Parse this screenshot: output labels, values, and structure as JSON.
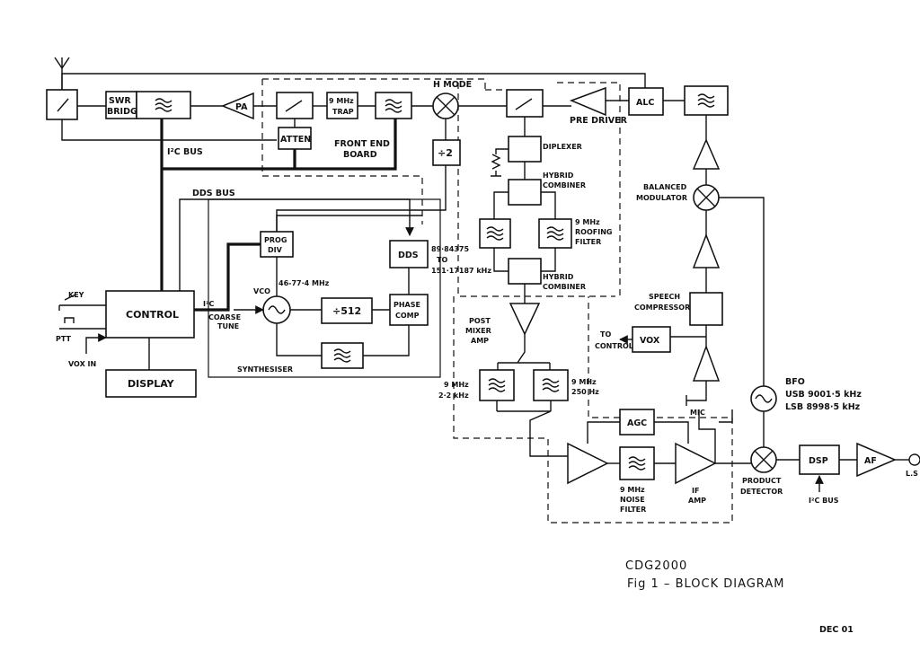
{
  "diagram": {
    "blocks": {
      "swr_bridge": "SWR BRIDGE",
      "pa": "PA",
      "trap": "9 MHz TRAP",
      "atten": "ATTEN",
      "front_end": "FRONT END BOARD",
      "h_mode": "H MODE",
      "div2": "÷2",
      "diplexer": "DIPLEXER",
      "hybrid1": "HYBRID COMBINER",
      "roofing": "9 MHz ROOFING FILTER",
      "hybrid2": "HYBRID COMBINER",
      "post_mixer": "POST MIXER AMP",
      "f22": "9 MHz 2·2 kHz",
      "f250": "9 MHz 250 Hz",
      "agc": "AGC",
      "noise": "9 MHz NOISE FILTER",
      "if_amp": "IF AMP",
      "pre_driver": "PRE DRIVER",
      "alc": "ALC",
      "bal_mod": "BALANCED MODULATOR",
      "speech": "SPEECH COMPRESSOR",
      "vox": "VOX",
      "to_control": "TO CONTROL",
      "mic": "MIC",
      "bfo": "BFO",
      "usb": "USB 9001·5 kHz",
      "lsb": "LSB 8998·5 kHz",
      "product": "PRODUCT DETECTOR",
      "dsp": "DSP",
      "af": "AF",
      "ls": "L.S",
      "i2c_bus_dsp": "I²C BUS",
      "i2c_bus": "I²C BUS",
      "dds_bus": "DDS BUS",
      "control": "CONTROL",
      "display": "DISPLAY",
      "key": "KEY",
      "ptt": "PTT",
      "vox_in": "VOX IN",
      "i2c": "I²C",
      "coarse_tune": "COARSE TUNE",
      "prog_div": "PROG DIV",
      "vco": "VCO",
      "vco_range": "46-77·4 MHz",
      "div512": "÷512",
      "dds": "DDS",
      "dds_range_1": "89·84375",
      "dds_range_2": "TO",
      "dds_range_3": "151·17187 kHz",
      "phase_comp": "PHASE COMP",
      "synthesiser": "SYNTHESISER"
    },
    "caption": {
      "line1": "CDG2000",
      "line2": "Fig 1  – BLOCK DIAGRAM",
      "date": "DEC 01"
    }
  }
}
